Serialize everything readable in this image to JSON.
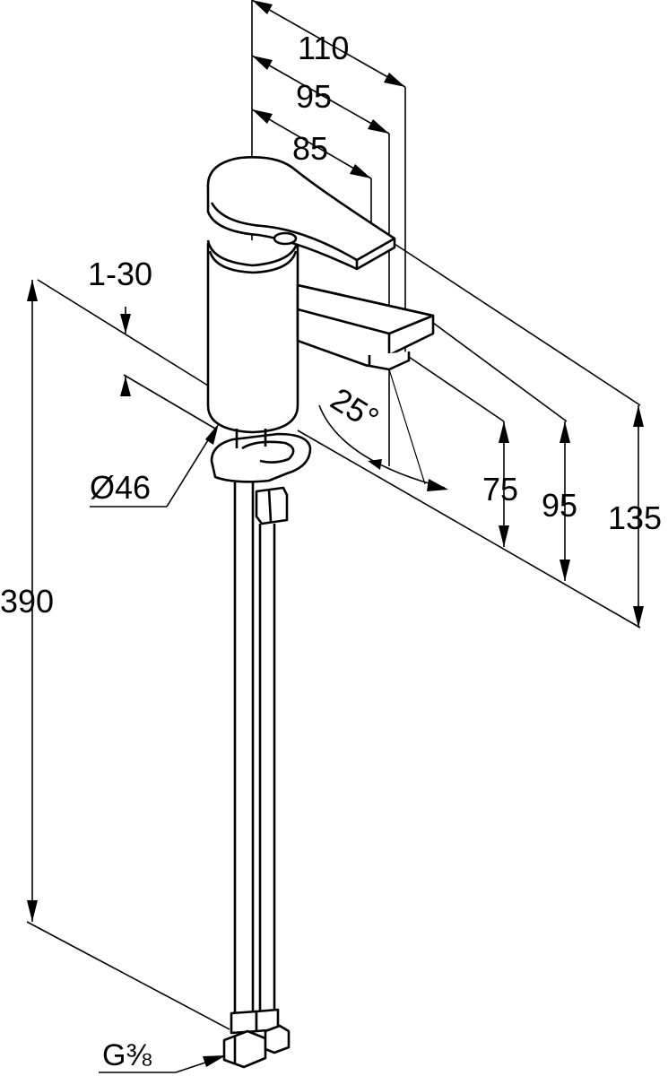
{
  "dimensions": {
    "width_110": "110",
    "width_95": "95",
    "width_85": "85",
    "thickness": "1-30",
    "diameter": "Ø46",
    "angle": "25°",
    "height_75": "75",
    "height_95": "95",
    "height_135": "135",
    "height_390": "390",
    "thread": "G⅜"
  }
}
